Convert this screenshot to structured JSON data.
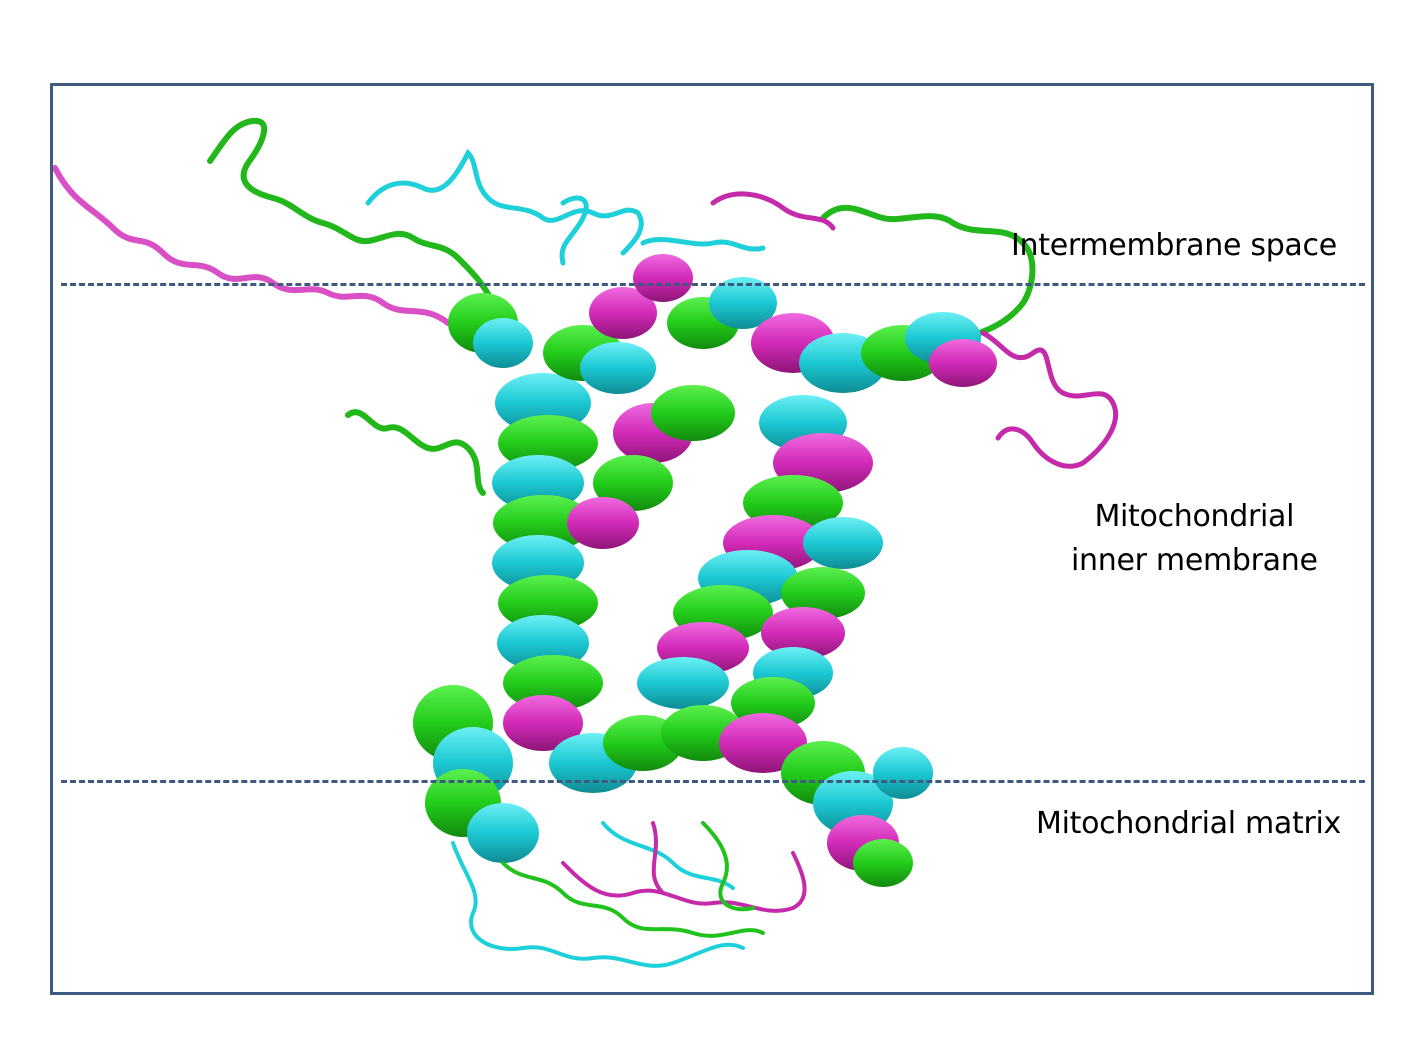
{
  "diagram": {
    "type": "protein-structure-membrane-topology",
    "regions": [
      {
        "id": "ims",
        "label": "Intermembrane space"
      },
      {
        "id": "imm",
        "label_line1": "Mitochondrial",
        "label_line2": "inner membrane"
      },
      {
        "id": "matrix",
        "label": "Mitochondrial matrix"
      }
    ],
    "boundaries": [
      {
        "name": "upper-membrane-boundary",
        "style": "dashed"
      },
      {
        "name": "lower-membrane-boundary",
        "style": "dashed"
      }
    ],
    "structures": [
      {
        "name": "structure-green",
        "color": "#22d41c"
      },
      {
        "name": "structure-cyan",
        "color": "#1bd3dc"
      },
      {
        "name": "structure-magenta",
        "color": "#d82bc0"
      }
    ],
    "frame_color": "#3f5a80"
  }
}
